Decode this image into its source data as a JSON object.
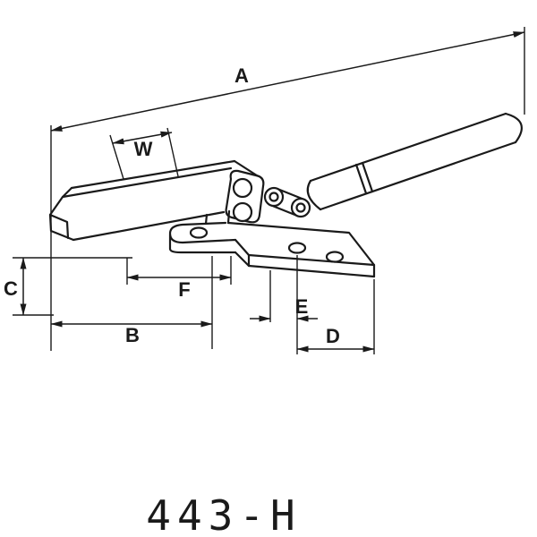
{
  "drawing": {
    "part_number": "443-H",
    "dimension_labels": {
      "A": "A",
      "W": "W",
      "C": "C",
      "F": "F",
      "B": "B",
      "E": "E",
      "D": "D"
    }
  },
  "colors": {
    "ink": "#1a1a1a",
    "background": "#ffffff"
  }
}
